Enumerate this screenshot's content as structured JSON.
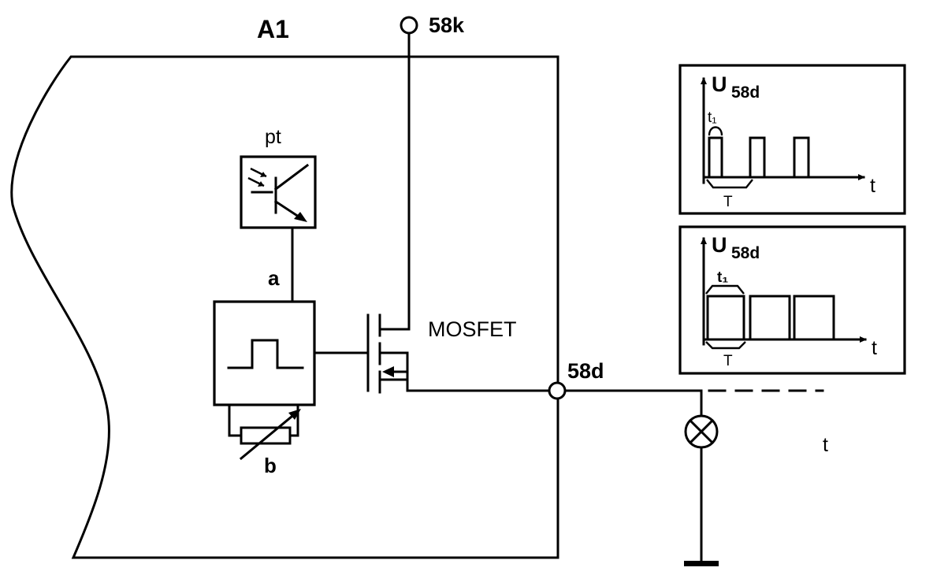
{
  "module": {
    "label": "A1"
  },
  "terminals": {
    "input": "58k",
    "output": "58d"
  },
  "components": {
    "phototransistor": "pt",
    "connection_a": "a",
    "potentiometer_b": "b",
    "switch": "MOSFET",
    "lamp_symbol": "lamp-cross-icon",
    "ground_symbol": "ground-icon"
  },
  "graphs": [
    {
      "y_label": "U",
      "y_sub": "58d",
      "pulse_label": "t₁",
      "period_label": "T",
      "x_label": "t"
    },
    {
      "y_label": "U",
      "y_sub": "58d",
      "pulse_label": "t₁",
      "period_label": "T",
      "x_label": "t"
    }
  ],
  "stray_label": "t"
}
